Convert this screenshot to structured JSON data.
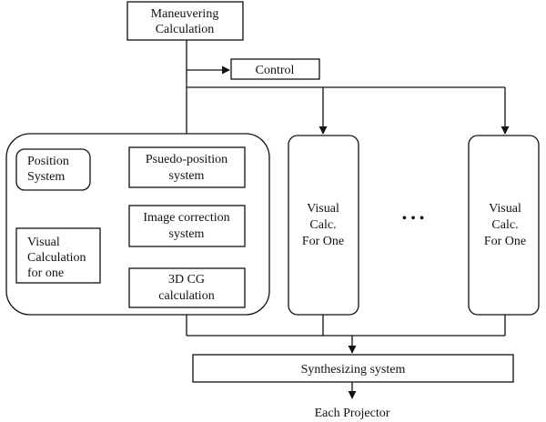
{
  "nodes": {
    "maneuvering": [
      "Maneuvering",
      "Calculation"
    ],
    "control": "Control",
    "position_system": [
      "Position",
      "System"
    ],
    "pseudo_position": [
      "Psuedo-position",
      "system"
    ],
    "image_correction": [
      "Image correction",
      "system"
    ],
    "cg_calculation": [
      "3D CG",
      "calculation"
    ],
    "visual_calc_for_one_label": [
      "Visual",
      "Calculation",
      "for one"
    ],
    "visual_calc_a": [
      "Visual",
      "Calc.",
      "For One"
    ],
    "visual_calc_b": [
      "Visual",
      "Calc.",
      "For One"
    ],
    "ellipsis": "• • •",
    "synthesizing": "Synthesizing system",
    "projector": "Each Projector"
  },
  "colors": {
    "stroke": "#111111",
    "background": "#ffffff"
  }
}
